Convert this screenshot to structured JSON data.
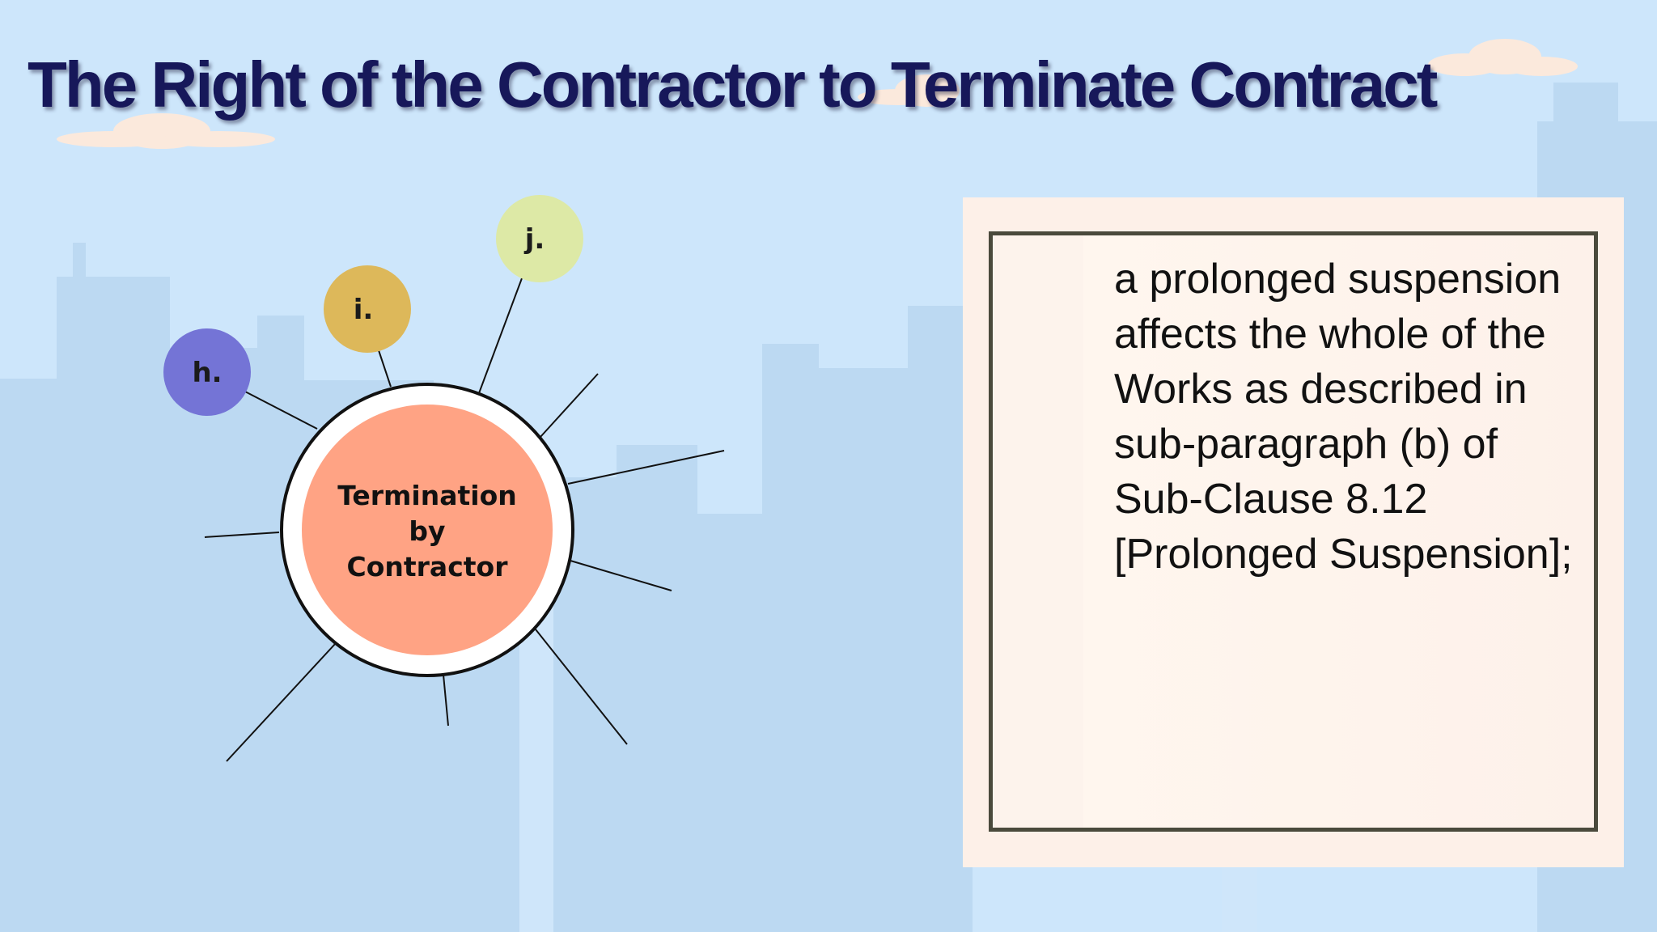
{
  "slide": {
    "title": "The Right of the Contractor to Terminate  Contract"
  },
  "diagram": {
    "center_label_lines": [
      "Termination",
      "by",
      "Contractor"
    ],
    "center_color": "#ffa384",
    "ring_color": "#ffffff",
    "nodes": [
      {
        "label": "h.",
        "color": "#7474d6"
      },
      {
        "label": "i.",
        "color": "#ddb85a"
      },
      {
        "label": "j.",
        "color": "#dde9a6"
      }
    ]
  },
  "panel": {
    "text": "a prolonged suspension affects the whole of the Works as described in sub-paragraph (b) of Sub-Clause 8.12 [Prolonged Suspension];"
  },
  "colors": {
    "background": "#cde6fb",
    "title": "#17185a",
    "panel": "#fdf0e8",
    "frame": "#4a4a3c"
  }
}
